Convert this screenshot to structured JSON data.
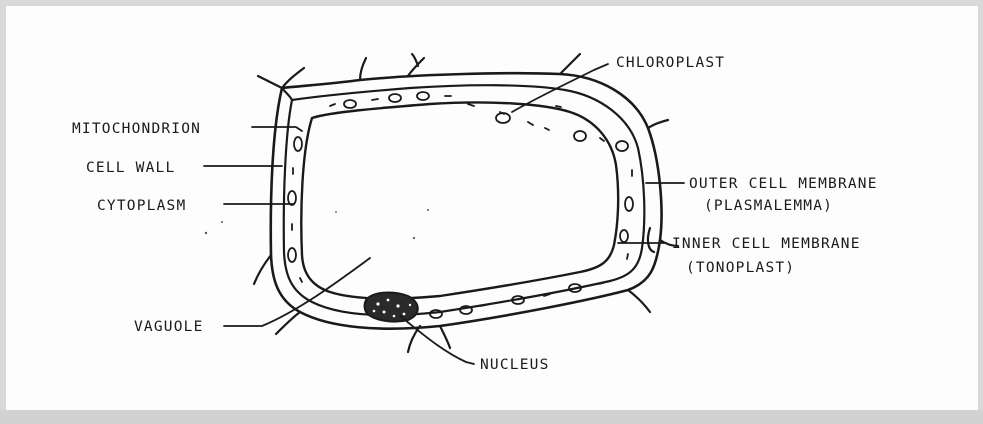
{
  "diagram": {
    "labels": {
      "chloroplast": "CHLOROPLAST",
      "mitochondrion": "MITOCHONDRION",
      "cell_wall": "CELL WALL",
      "cytoplasm": "CYTOPLASM",
      "outer_membrane": "OUTER CELL MEMBRANE",
      "outer_membrane_alt": "(PLASMALEMMA)",
      "inner_membrane": "INNER CELL MEMBRANE",
      "inner_membrane_alt": "(TONOPLAST)",
      "vacuole": "VAGUOLE",
      "nucleus": "NUCLEUS"
    }
  }
}
